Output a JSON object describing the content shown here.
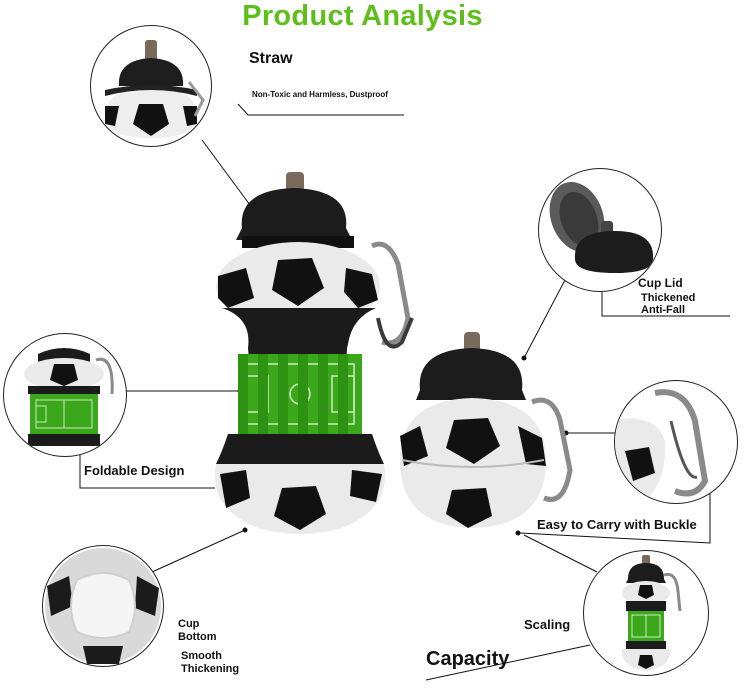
{
  "title": "Product Analysis",
  "labels": {
    "straw": "Straw",
    "straw_desc": "Non-Toxic and Harmless, Dustproof",
    "cup_lid": "Cup Lid",
    "thickened": "Thickened",
    "anti_fall": "Anti-Fall",
    "foldable": "Foldable Design",
    "buckle": "Easy to Carry with Buckle",
    "cup_bottom_1": "Cup",
    "cup_bottom_2": "Bottom",
    "smooth": "Smooth",
    "thickening": "Thickening",
    "scaling": "Scaling",
    "capacity": "Capacity"
  },
  "colors": {
    "title_green": "#5fbf1a",
    "field_green": "#3aa81a",
    "black": "#1a1a1a",
    "white": "#f2f2f2"
  }
}
